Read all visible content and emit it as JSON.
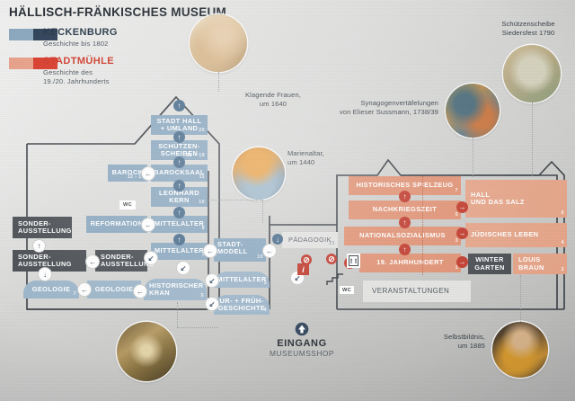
{
  "title": "HÄLLISCH-FRÄNKISCHES MUSEUM",
  "legend": {
    "items": [
      {
        "name": "KECKENBURG",
        "subtitle": "Geschichte bis 1802",
        "color_light": "#8ba8c0",
        "color_dark": "#2f4359",
        "title_color": "#2a3a4a"
      },
      {
        "name": "STADTMÜHLE",
        "subtitle": "Geschichte des\n19./20. Jahrhunderts",
        "color_light": "#e8a088",
        "color_dark": "#d93b2b",
        "title_color": "#d0392a"
      }
    ]
  },
  "rooms_blue": [
    {
      "label": "STADT HALL\n+ UMLAND",
      "num": "20"
    },
    {
      "label": "SCHÜTZEN-\nSCHEIBEN",
      "num": "18 + 19"
    },
    {
      "label": "BAROCK",
      "num": "12 - 17"
    },
    {
      "label": "BAROCKSAAL",
      "num": "11"
    },
    {
      "label": "LEONHARD\nKERN",
      "num": "10"
    },
    {
      "label": "REFORMATION",
      "num": "9"
    },
    {
      "label": "MITTELALTER",
      "num": "8"
    },
    {
      "label": "MITTELALTER",
      "num": "7"
    },
    {
      "label": "STADT-\nMODELL",
      "num": "10"
    },
    {
      "label": "MITTELALTER",
      "num": "3"
    },
    {
      "label": "UR- + FRÜH-\nGESCHICHTE",
      "num": "4"
    },
    {
      "label": "HISTORISCHER\nKRAN",
      "num": "5"
    },
    {
      "label": "GEOLOGIE",
      "num": "7"
    },
    {
      "label": "GEOLOGIE",
      "num": "6"
    }
  ],
  "rooms_dark": [
    {
      "label": "SONDER-\nAUSSTELLUNG",
      "num": ""
    },
    {
      "label": "SONDER-\nAUSSTELLUNG",
      "num": ""
    },
    {
      "label": "SONDER-\nAUSSTELLUNG",
      "num": ""
    },
    {
      "label": "WINTER\nGARTEN",
      "num": ""
    }
  ],
  "rooms_orange": [
    {
      "label": "HISTORISCHES SPIELZEUG",
      "num": "7"
    },
    {
      "label": "NACHKRIEGSZEIT",
      "num": "5"
    },
    {
      "label": "NATIONALSOZIALISMUS",
      "num": "3"
    },
    {
      "label": "19. JAHRHUNDERT",
      "num": "1"
    },
    {
      "label": "HALL\nUND DAS SALZ",
      "num": "6"
    },
    {
      "label": "JÜDISCHES LEBEN",
      "num": "4"
    },
    {
      "label": "LOUIS\nBRAUN",
      "num": "2"
    }
  ],
  "rooms_plain": [
    {
      "label": "PÄDAGOGIK",
      "num": "21"
    },
    {
      "label": "VERANSTALTUNGEN",
      "num": ""
    }
  ],
  "entrance": {
    "line1": "EINGANG",
    "line2": "MUSEUMSSHOP"
  },
  "wc_labels": [
    "WC",
    "WC"
  ],
  "info_icon": "i",
  "photo_captions": [
    {
      "id": "klagende",
      "text": "Klagende Frauen,\num 1640"
    },
    {
      "id": "marienaltar",
      "text": "Marienaltar,\num 1440"
    },
    {
      "id": "synagoge",
      "text": "Synagogenvertäfelungen\nvon Elieser Sussmann, 1738/39"
    },
    {
      "id": "schuetzenscheibe",
      "text": "Schützenscheibe\nSiedersfest 1790"
    },
    {
      "id": "selbstbildnis",
      "text": "Selbstbildnis,\num 1885"
    }
  ],
  "colors": {
    "blue_room": "#8ba8c0",
    "blue_room_alt": "#9db6ca",
    "orange_room": "#e09173",
    "orange_room_alt": "#e5a488",
    "dark_room": "#4a4e53",
    "arrow_blue": "#4a6d8c",
    "arrow_red": "#c0392b",
    "outline": "#3a3f45",
    "background": "#d8d9d7"
  }
}
